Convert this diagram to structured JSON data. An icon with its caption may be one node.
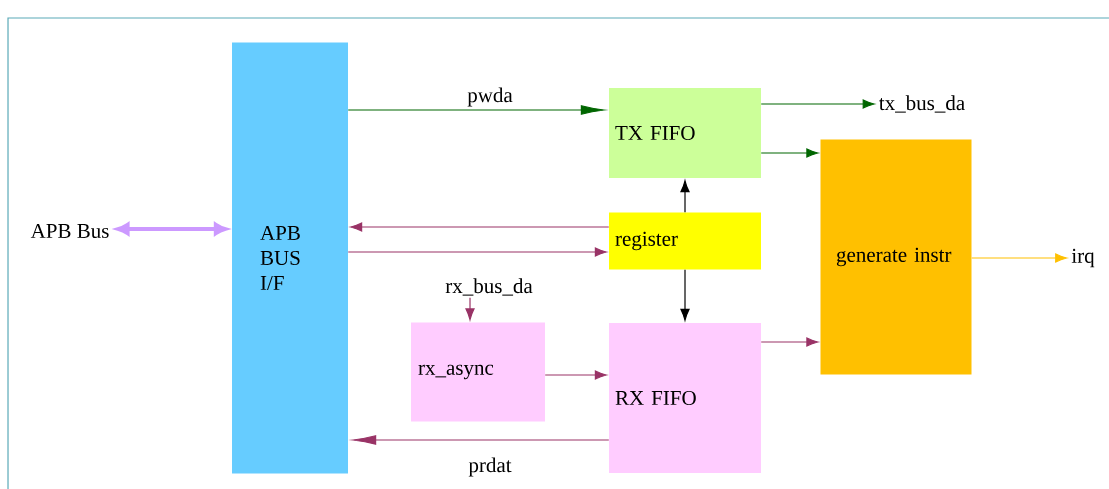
{
  "diagram": {
    "nodes": [
      {
        "text": [
          "APB BUS I/F"
        ]
      },
      {
        "text": [
          "TX FIFO"
        ]
      },
      {
        "text": [
          "register"
        ]
      },
      {
        "text": [
          "generate instr"
        ]
      },
      {
        "text": [
          "rx_async"
        ]
      },
      {
        "text": [
          "RX FIFO"
        ]
      },
      {
        "text": [
          "APB Bus"
        ]
      },
      {
        "text": [
          "tx_bus_da"
        ]
      },
      {
        "text": [
          "irq"
        ]
      },
      {
        "text": [
          "rx_bus_da"
        ]
      }
    ],
    "edges": [
      {
        "from": 0,
        "to": 1,
        "arrow": "to",
        "label": "pwda",
        "color": "#006600"
      },
      {
        "from": 1,
        "to": 7,
        "arrow": "to",
        "color": "#006600"
      },
      {
        "from": 1,
        "to": 3,
        "arrow": "to",
        "color": "#006600"
      },
      {
        "from": 6,
        "to": 0,
        "arrow": "both",
        "style": "thick",
        "color": "#cc99ff"
      },
      {
        "from": 2,
        "to": 0,
        "arrow": "to"
      },
      {
        "from": 0,
        "to": 2,
        "arrow": "to"
      },
      {
        "from": 2,
        "to": 1,
        "arrow": "to",
        "color": "#000000"
      },
      {
        "from": 2,
        "to": 5,
        "arrow": "to",
        "color": "#000000"
      },
      {
        "from": 9,
        "to": 4,
        "arrow": "to"
      },
      {
        "from": 4,
        "to": 5,
        "arrow": "to"
      },
      {
        "from": 5,
        "to": 3,
        "arrow": "to"
      },
      {
        "from": 5,
        "to": 0,
        "arrow": "to",
        "label": "prdat"
      },
      {
        "from": 3,
        "to": 8,
        "arrow": "to",
        "color": "#ffc000"
      }
    ]
  }
}
